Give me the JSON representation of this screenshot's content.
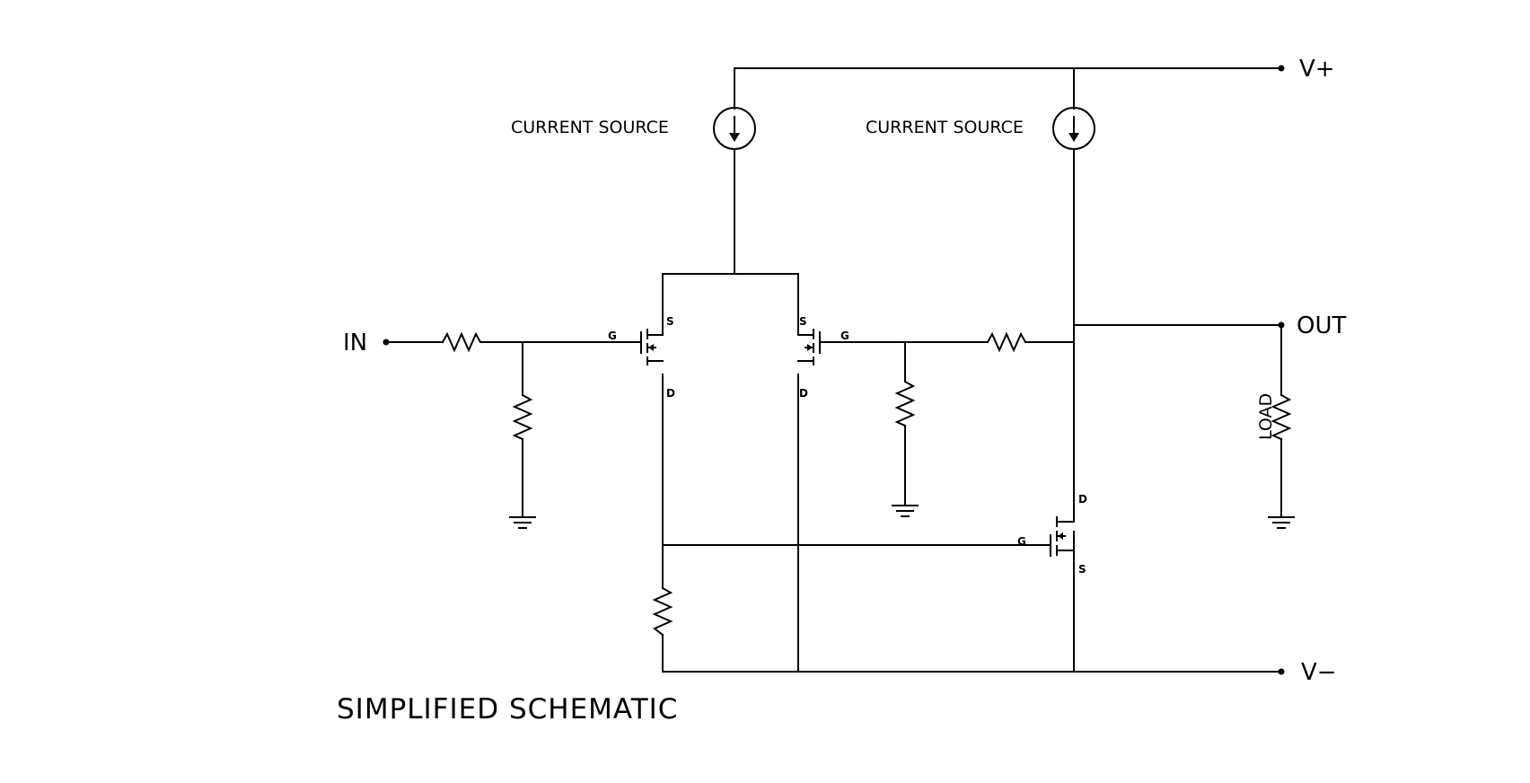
{
  "title": "SIMPLIFIED SCHEMATIC",
  "labels": {
    "current_source_left": "CURRENT SOURCE",
    "current_source_right": "CURRENT SOURCE",
    "v_plus": "V+",
    "v_minus": "V−",
    "input": "IN",
    "output": "OUT",
    "load": "LOAD"
  },
  "pins": {
    "gate": "G",
    "source": "S",
    "drain": "D"
  }
}
